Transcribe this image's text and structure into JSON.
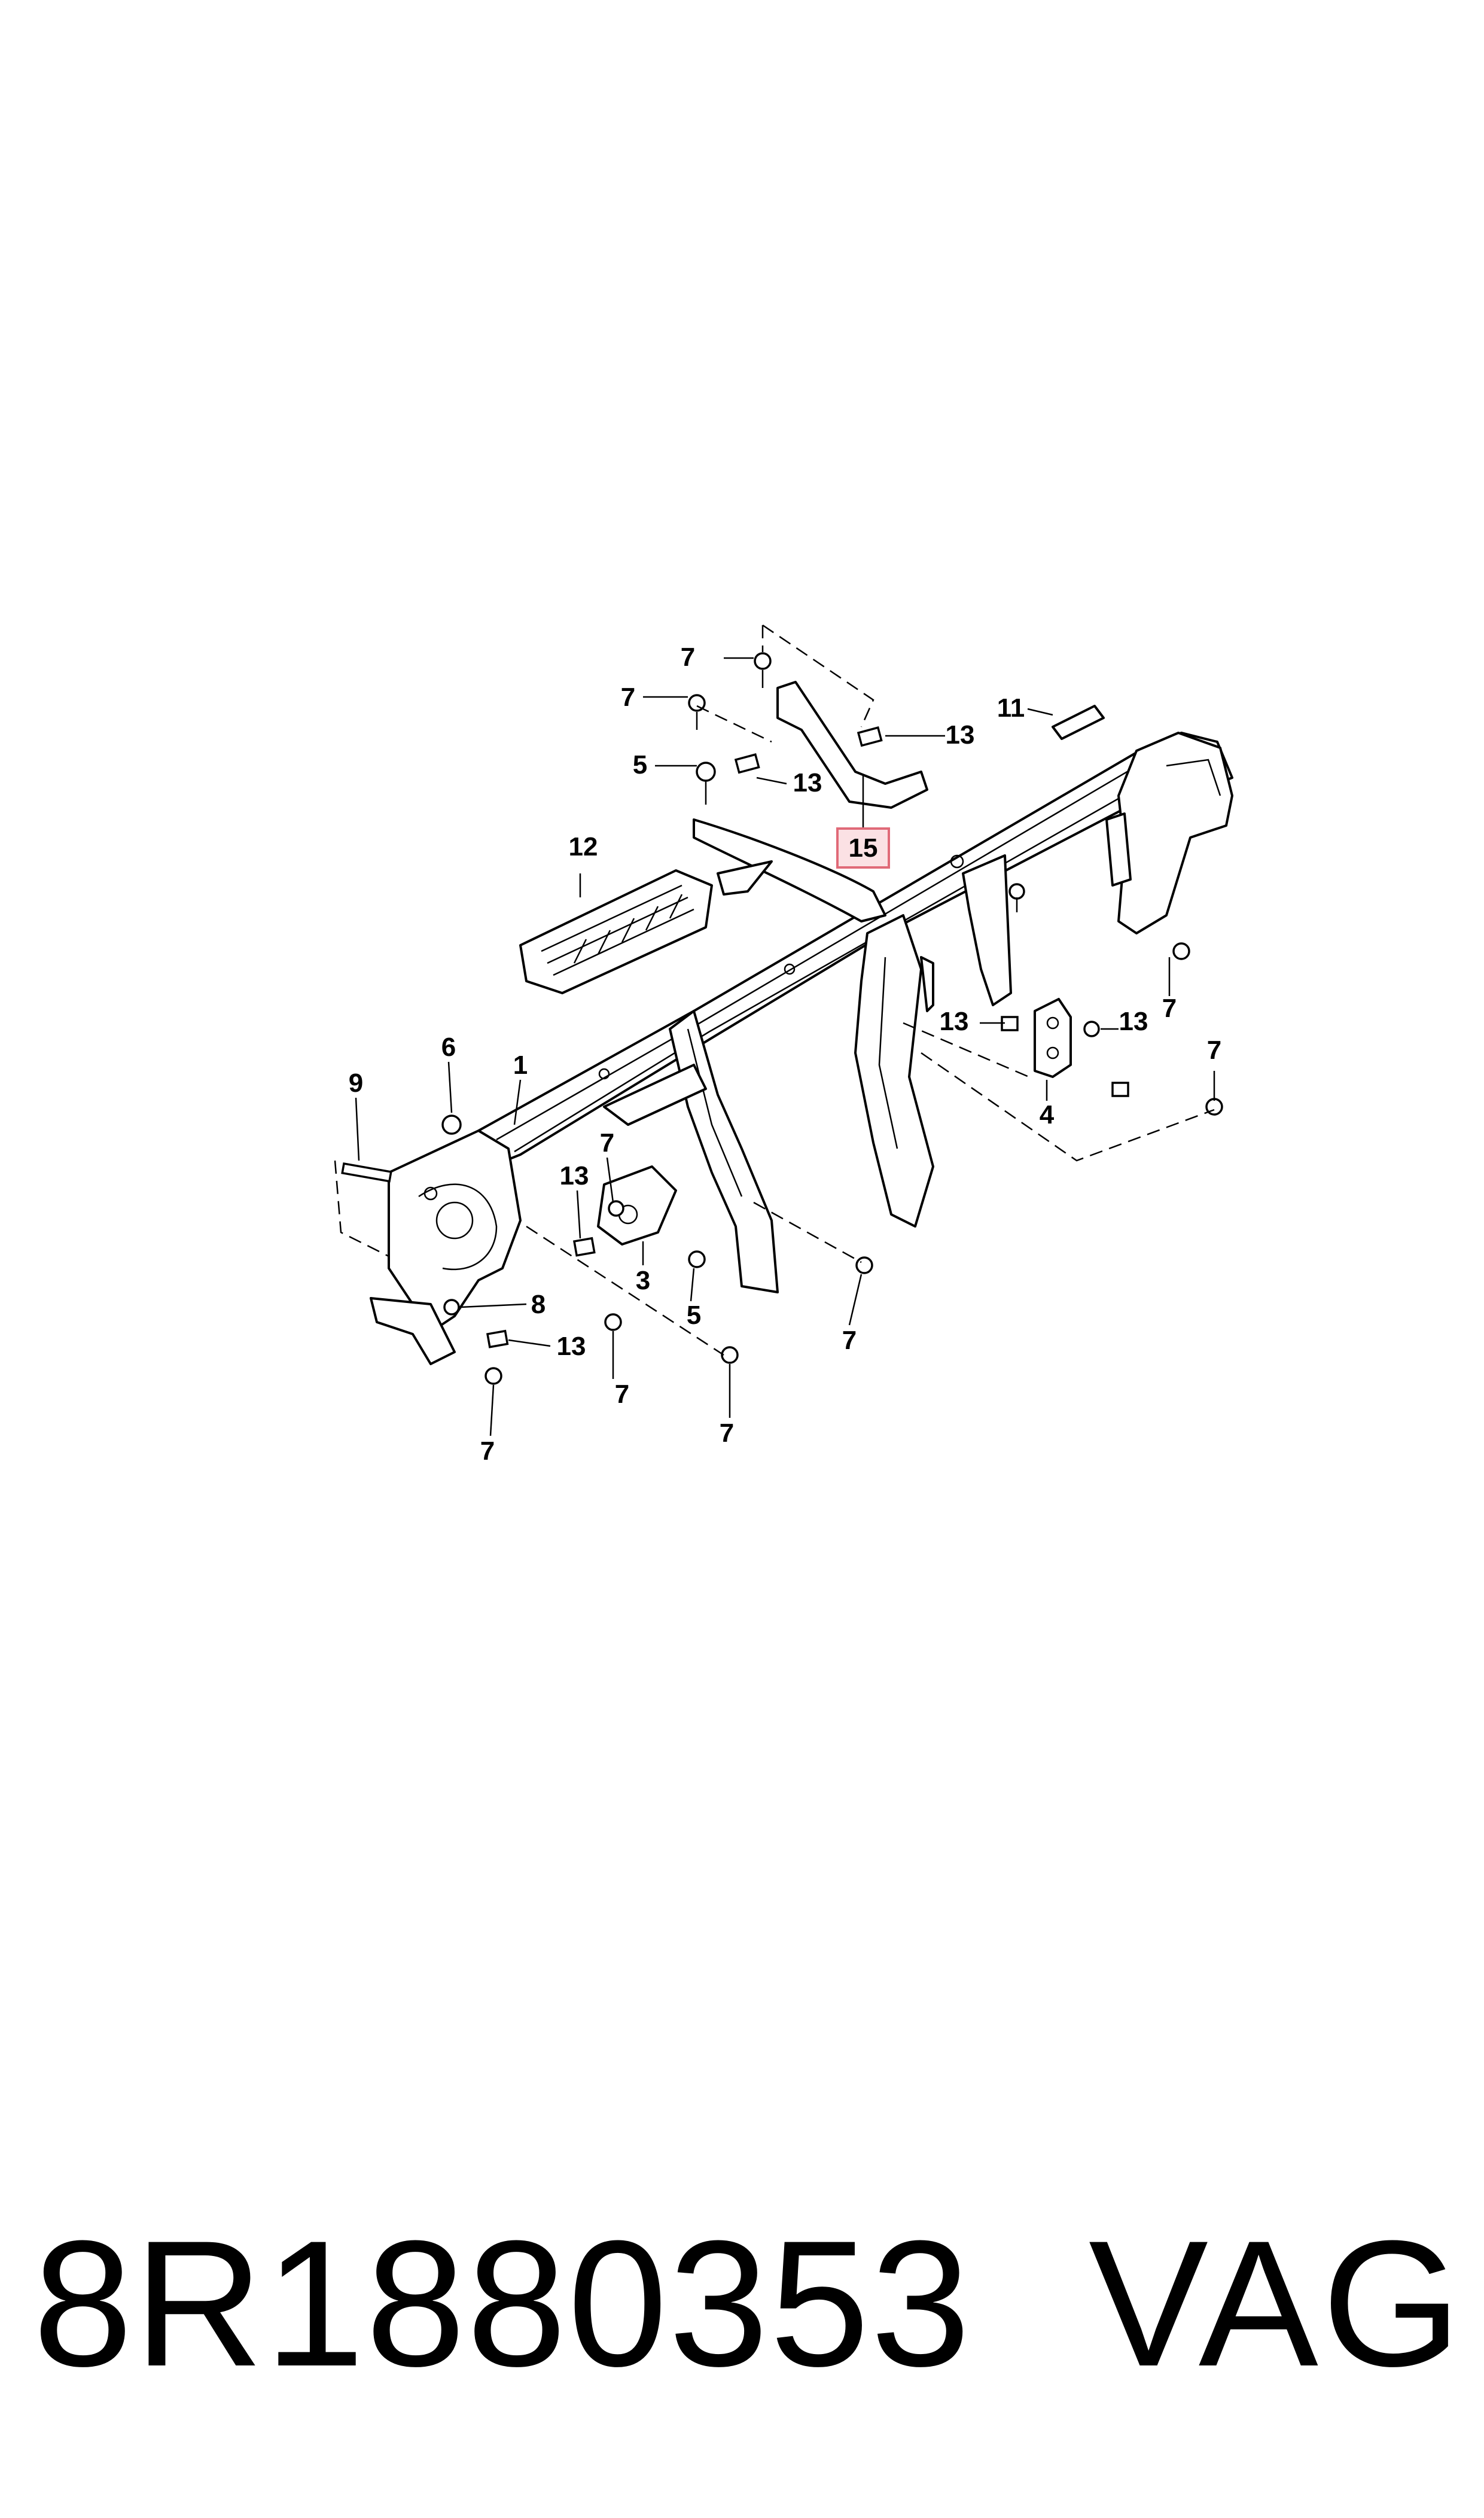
{
  "diagram": {
    "callouts": {
      "c1": "1",
      "c3": "3",
      "c4": "4",
      "c5a": "5",
      "c5b": "5",
      "c6": "6",
      "c7a": "7",
      "c7b": "7",
      "c7c": "7",
      "c7d": "7",
      "c7e": "7",
      "c7f": "7",
      "c7g": "7",
      "c7h": "7",
      "c7i": "7",
      "c8": "8",
      "c9": "9",
      "c11": "11",
      "c12": "12",
      "c13a": "13",
      "c13b": "13",
      "c13c": "13",
      "c13d": "13",
      "c13e": "13",
      "c13f": "13",
      "c15": "15"
    },
    "highlighted_callout": "15",
    "highlight_color": "#e06a78"
  },
  "footer": {
    "part_number": "8R1880353",
    "brand": "VAG"
  }
}
